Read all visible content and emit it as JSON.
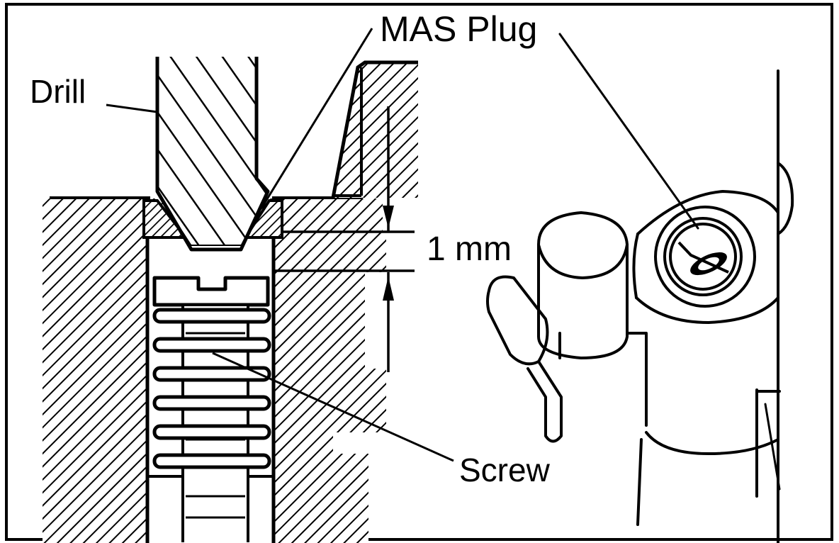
{
  "labels": {
    "mas_plug": "MAS Plug",
    "drill": "Drill",
    "dimension": "1 mm",
    "screw": "Screw"
  },
  "colors": {
    "ink": "#000000",
    "paper": "#ffffff"
  }
}
